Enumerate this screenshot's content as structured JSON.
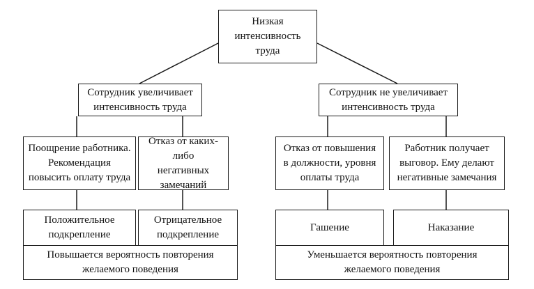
{
  "accent_color": "#1a1a1a",
  "background_color": "#ffffff",
  "root": {
    "text": "Низкая\nинтенсивность\nтруда"
  },
  "branches": {
    "increase": {
      "text": "Сотрудник увеличивает\nинтенсивность труда",
      "reaction_a": "Поощрение работника.\nРекомендация\nповысить оплату труда",
      "reaction_b": "Отказ от каких-либо\nнегативных\nзамечаний",
      "reinforcement_a": "Положительное\nподкрепление",
      "reinforcement_b": "Отрицательное\nподкрепление",
      "result": "Повышается вероятность повторения\nжелаемого поведения"
    },
    "no_increase": {
      "text": "Сотрудник не увеличивает\nинтенсивность труда",
      "reaction_a": "Отказ от повышения\nв должности, уровня\nоплаты труда",
      "reaction_b": "Работник получает\nвыговор. Ему делают\nнегативные замечания",
      "reinforcement_a": "Гашение",
      "reinforcement_b": "Наказание",
      "result": "Уменьшается вероятность повторения\nжелаемого поведения"
    }
  }
}
